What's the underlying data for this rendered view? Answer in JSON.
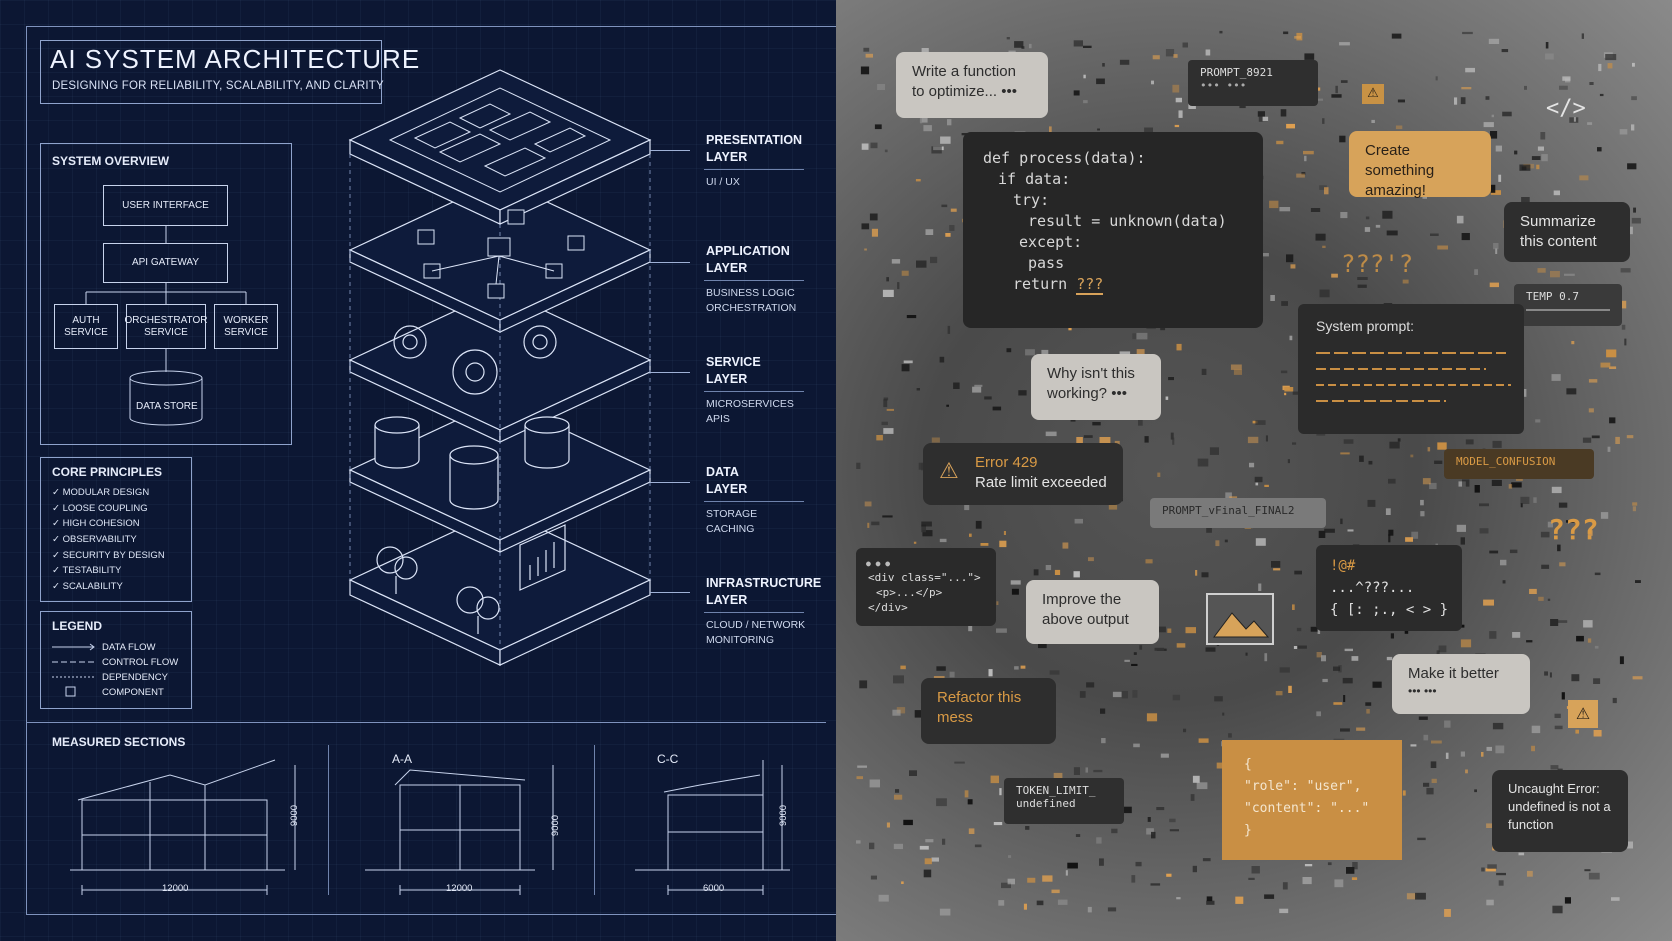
{
  "title": "AI SYSTEM ARCHITECTURE",
  "subtitle": "DESIGNING FOR RELIABILITY, SCALABILITY, AND CLARITY",
  "overview": {
    "heading": "SYSTEM OVERVIEW",
    "user_interface": "USER INTERFACE",
    "api_gateway": "API GATEWAY",
    "auth_service": "AUTH SERVICE",
    "orchestrator_service": "ORCHESTRATOR SERVICE",
    "worker_service": "WORKER SERVICE",
    "data_store": "DATA STORE"
  },
  "principles": {
    "heading": "CORE PRINCIPLES",
    "items": [
      "MODULAR DESIGN",
      "LOOSE COUPLING",
      "HIGH COHESION",
      "OBSERVABILITY",
      "SECURITY BY DESIGN",
      "TESTABILITY",
      "SCALABILITY"
    ]
  },
  "legend": {
    "heading": "LEGEND",
    "items": [
      "DATA FLOW",
      "CONTROL FLOW",
      "DEPENDENCY",
      "COMPONENT"
    ]
  },
  "layers": [
    {
      "title1": "PRESENTATION",
      "title2": "LAYER",
      "desc1": "UI / UX",
      "desc2": ""
    },
    {
      "title1": "APPLICATION",
      "title2": "LAYER",
      "desc1": "BUSINESS LOGIC",
      "desc2": "ORCHESTRATION"
    },
    {
      "title1": "SERVICE",
      "title2": "LAYER",
      "desc1": "MICROSERVICES",
      "desc2": "APIS"
    },
    {
      "title1": "DATA",
      "title2": "LAYER",
      "desc1": "STORAGE",
      "desc2": "CACHING"
    },
    {
      "title1": "INFRASTRUCTURE",
      "title2": "LAYER",
      "desc1": "CLOUD / NETWORK",
      "desc2": "MONITORING"
    }
  ],
  "sections": {
    "heading": "MEASURED SECTIONS",
    "aa": "A-A",
    "cc": "C-C",
    "dim1_w": "12000",
    "dim1_h": "9000",
    "dim2_w": "12000",
    "dim2_h": "9000",
    "dim3_w": "6000",
    "dim3_h": "9000"
  },
  "chaos": {
    "write_fn": "Write a function to optimize... •••",
    "prompt_id": "PROMPT_8921",
    "prompt_dots": "•••  •••",
    "code": {
      "l1": "def process(data):",
      "l2": "if data:",
      "l3": "try:",
      "l4": "result = unknown(data)",
      "l5": "except:",
      "l6": "pass",
      "l7a": "return",
      "l7b": "???"
    },
    "create": "Create something amazing!",
    "summarize": "Summarize this content",
    "qmarks1": "???'?",
    "temp": "TEMP 0.7",
    "system_prompt": "System prompt:",
    "why": "Why isn't this working? •••",
    "model_confusion": "MODEL_CONFUSION",
    "error_title": "Error 429",
    "error_desc": "Rate limit exceeded",
    "prompt_final": "PROMPT_vFinal_FINAL2",
    "qmarks2": "???",
    "html_snip1": "<div class=\"...\">",
    "html_snip2": "<p>...</p>",
    "html_snip3": "</div>",
    "improve": "Improve the above output",
    "sym1": "!@#",
    "sym2": "...^???...",
    "sym3": "{ [: ;., < > }",
    "make_better": "Make it better",
    "make_dots": "•••  •••",
    "refactor": "Refactor this mess",
    "token_limit": "TOKEN_LIMIT_",
    "undefined": "undefined",
    "json1": "{",
    "json2": "\"role\": \"user\",",
    "json3": "\"content\": \"...\"",
    "json4": "}",
    "uncaught": "Uncaught Error: undefined is not a function"
  },
  "colors": {
    "blueprint_bg": "#0c1733",
    "line": "#c7d3ec",
    "orange": "#d7a35a",
    "dark": "#2e2e2e"
  }
}
